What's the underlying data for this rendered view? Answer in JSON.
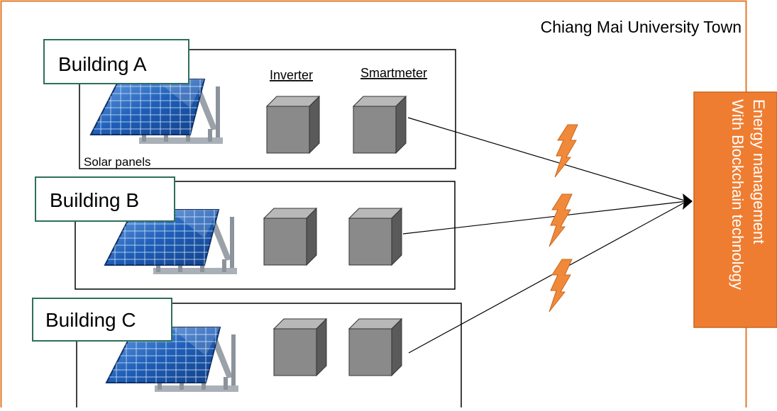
{
  "region_label": "Chiang Mai University Town",
  "buildings": [
    {
      "name": "Building A",
      "labels": {
        "inverter": "Inverter",
        "smartmeter": "Smartmeter",
        "panels": "Solar panels"
      }
    },
    {
      "name": "Building B"
    },
    {
      "name": "Building C"
    }
  ],
  "hub": {
    "line1": "Energy management",
    "line2": "With Blockchain technology"
  },
  "colors": {
    "border": "#e07b2b",
    "hub_fill": "#ef7d31",
    "hub_text": "#ffffff",
    "label_border": "#2f6e5c",
    "lightning": "#f08a3a",
    "box_front": "#8a8a8a",
    "box_side": "#5a5a5a",
    "box_top": "#b8b8b8",
    "panel": "#1f5fb8"
  },
  "icons": [
    "solar-panel-icon",
    "inverter-icon",
    "smartmeter-icon",
    "lightning-icon",
    "arrow-head-icon"
  ]
}
